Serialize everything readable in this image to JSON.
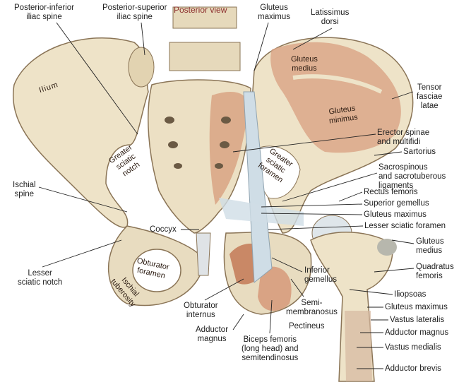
{
  "title": "Posterior view",
  "colors": {
    "bone": "#eee3c8",
    "bone_shade": "#c9b48f",
    "muscle": "#d9a384",
    "ligament": "#cfdde6",
    "title": "#8b2c2c"
  },
  "labels": {
    "posterior_inferior_iliac_spine": [
      "Posterior-inferior",
      "iliac spine"
    ],
    "posterior_superior_iliac_spine": [
      "Posterior-superior",
      "iliac spine"
    ],
    "gluteus_maximus_top": [
      "Gluteus",
      "maximus"
    ],
    "latissimus_dorsi": [
      "Latissimus",
      "dorsi"
    ],
    "gluteus_medius_inner": [
      "Gluteus",
      "medius"
    ],
    "gluteus_minimus_inner": [
      "Gluteus",
      "minimus"
    ],
    "ilium": "Ilium",
    "tensor_fasciae_latae": [
      "Tensor",
      "fasciae",
      "latae"
    ],
    "erector_spinae": [
      "Erector spinae",
      "and multifidi"
    ],
    "sartorius": "Sartorius",
    "sacro_ligaments": [
      "Sacrospinous",
      "and sacrotuberous",
      "ligaments"
    ],
    "rectus_femoris": "Rectus femoris",
    "superior_gemellus": "Superior gemellus",
    "gluteus_maximus_mid": "Gluteus maximus",
    "lesser_sciatic_foramen": "Lesser sciatic foramen",
    "gluteus_medius_right": [
      "Gluteus",
      "medius"
    ],
    "quadratus_femoris": [
      "Quadratus",
      "femoris"
    ],
    "iliopsoas": "Iliopsoas",
    "gluteus_maximus_low": "Gluteus maximus",
    "vastus_lateralis": "Vastus lateralis",
    "adductor_magnus_right": "Adductor magnus",
    "vastus_medialis": "Vastus medialis",
    "adductor_brevis": "Adductor brevis",
    "pectineus": "Pectineus",
    "inferior_gemellus": [
      "Inferior",
      "gemellus"
    ],
    "semimembranosus": [
      "Semi-",
      "membranosus"
    ],
    "biceps_femoris": [
      "Biceps femoris",
      "(long head) and",
      "semitendinosus"
    ],
    "adductor_magnus_left": [
      "Adductor",
      "magnus"
    ],
    "obturator_internus": [
      "Obturator",
      "internus"
    ],
    "coccyx": "Coccyx",
    "obturator_foramen": [
      "Obturator",
      "foramen"
    ],
    "ischial_tuberosity": [
      "Ischial",
      "tuberosity"
    ],
    "lesser_sciatic_notch": [
      "Lesser",
      "sciatic notch"
    ],
    "ischial_spine": [
      "Ischial",
      "spine"
    ],
    "greater_sciatic_notch": [
      "Greater",
      "sciatic",
      "notch"
    ],
    "greater_sciatic_foramen": [
      "Greater",
      "sciatic",
      "foramen"
    ]
  }
}
